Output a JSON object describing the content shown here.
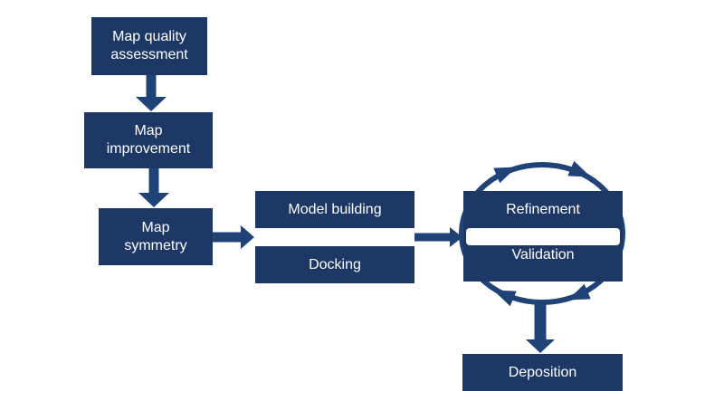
{
  "diagram": {
    "type": "flowchart",
    "background": "#ffffff"
  },
  "colors": {
    "box": "#1e3866",
    "arrow": "#1f4377",
    "text": "#ffffff"
  },
  "nodes": {
    "map_quality": {
      "label": "Map quality assessment"
    },
    "map_improvement": {
      "label": "Map improvement"
    },
    "map_symmetry": {
      "label": "Map symmetry"
    },
    "model_building": {
      "label": "Model building"
    },
    "docking": {
      "label": "Docking"
    },
    "refinement": {
      "label": "Refinement"
    },
    "validation": {
      "label": "Validation"
    },
    "deposition": {
      "label": "Deposition"
    }
  },
  "edges": [
    {
      "from": "Map quality assessment",
      "to": "Map improvement"
    },
    {
      "from": "Map improvement",
      "to": "Map symmetry"
    },
    {
      "from": "Map symmetry",
      "to": "Model building / Docking"
    },
    {
      "from": "Model building / Docking",
      "to": "Refinement / Validation"
    },
    {
      "from": "Refinement / Validation",
      "to": "Deposition"
    }
  ],
  "cycle": {
    "nodes": [
      "Refinement",
      "Validation"
    ],
    "direction": "clockwise",
    "arrowhead_count": 4
  }
}
